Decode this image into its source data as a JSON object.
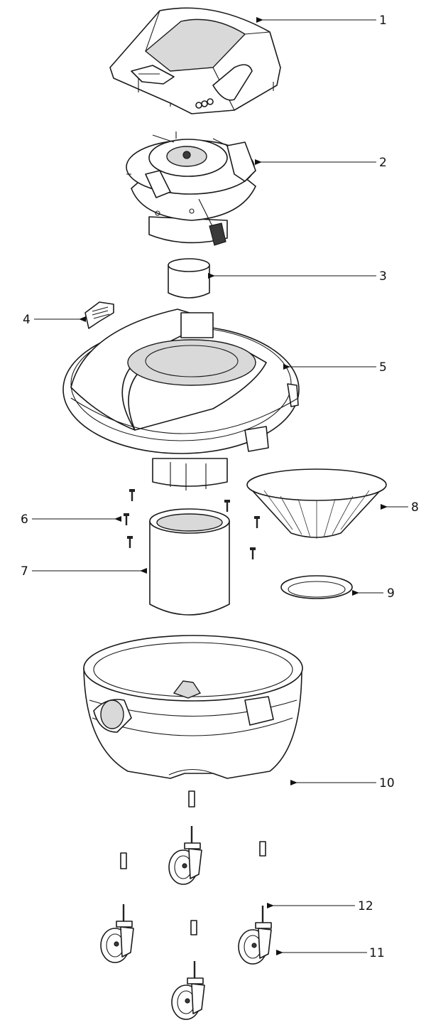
{
  "parts": [
    {
      "num": "1",
      "icon": "motor-cover-icon"
    },
    {
      "num": "2",
      "icon": "motor-assembly-icon"
    },
    {
      "num": "3",
      "icon": "foam-filter-icon"
    },
    {
      "num": "4",
      "icon": "latch-clip-icon"
    },
    {
      "num": "5",
      "icon": "lid-icon"
    },
    {
      "num": "6",
      "icon": "screw-icon"
    },
    {
      "num": "7",
      "icon": "cartridge-filter-icon"
    },
    {
      "num": "8",
      "icon": "filter-bag-icon"
    },
    {
      "num": "9",
      "icon": "retaining-ring-icon"
    },
    {
      "num": "10",
      "icon": "drum-tank-icon"
    },
    {
      "num": "11",
      "icon": "caster-wheel-icon"
    },
    {
      "num": "12",
      "icon": "caster-pin-icon"
    }
  ]
}
